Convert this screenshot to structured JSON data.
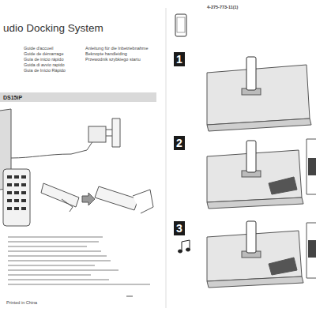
{
  "diagram": {
    "title": "udio Docking System",
    "nodes": [
      {
        "text": [
          "DS15iP"
        ]
      },
      {
        "text": [
          "1"
        ]
      },
      {
        "text": [
          "2"
        ]
      },
      {
        "text": [
          "3"
        ]
      }
    ],
    "labels": [
      "4-275-773-11(1)",
      "Guide d'accueil",
      "Guide de démarrage",
      "Guía de inicio rápido",
      "Guida di avvio rapido",
      "Guia de Início Rápido",
      "Anleitung für die Inbetriebnahme",
      "Beknopte handleiding",
      "Przewodnik szybkiego startu",
      "Printed in China"
    ]
  }
}
